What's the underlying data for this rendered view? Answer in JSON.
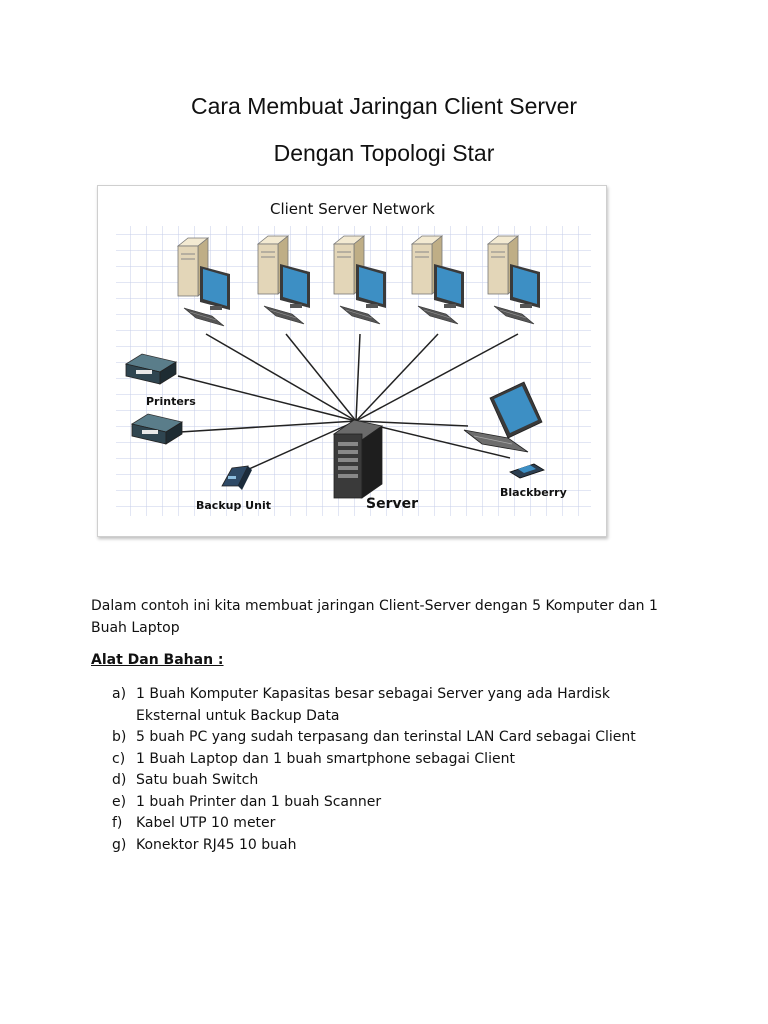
{
  "document": {
    "title_line1": "Cara Membuat Jaringan Client Server",
    "title_line2": "Dengan Topologi Star",
    "intro": "Dalam contoh ini kita membuat jaringan Client-Server dengan 5 Komputer dan 1 Buah Laptop",
    "heading": "Alat Dan Bahan :",
    "items": [
      {
        "marker": "a)",
        "text": "1 Buah Komputer Kapasitas besar sebagai Server yang ada Hardisk Eksternal untuk Backup Data"
      },
      {
        "marker": "b)",
        "text": "5 buah PC yang sudah terpasang dan terinstal LAN Card sebagai Client"
      },
      {
        "marker": "c)",
        "text": "1 Buah Laptop dan 1 buah smartphone sebagai Client"
      },
      {
        "marker": "d)",
        "text": "Satu buah Switch"
      },
      {
        "marker": "e)",
        "text": "1 buah Printer dan 1 buah Scanner"
      },
      {
        "marker": "f)",
        "text": "Kabel UTP 10 meter"
      },
      {
        "marker": "g)",
        "text": "Konektor RJ45 10 buah"
      }
    ]
  },
  "diagram": {
    "title": "Client Server Network",
    "labels": {
      "printers": "Printers",
      "backup": "Backup Unit",
      "server": "Server",
      "blackberry": "Blackberry"
    },
    "colors": {
      "grid": "#c5cde8",
      "screen": "#3d8fc4",
      "case": "#e3d6b8",
      "line": "#222222"
    }
  }
}
